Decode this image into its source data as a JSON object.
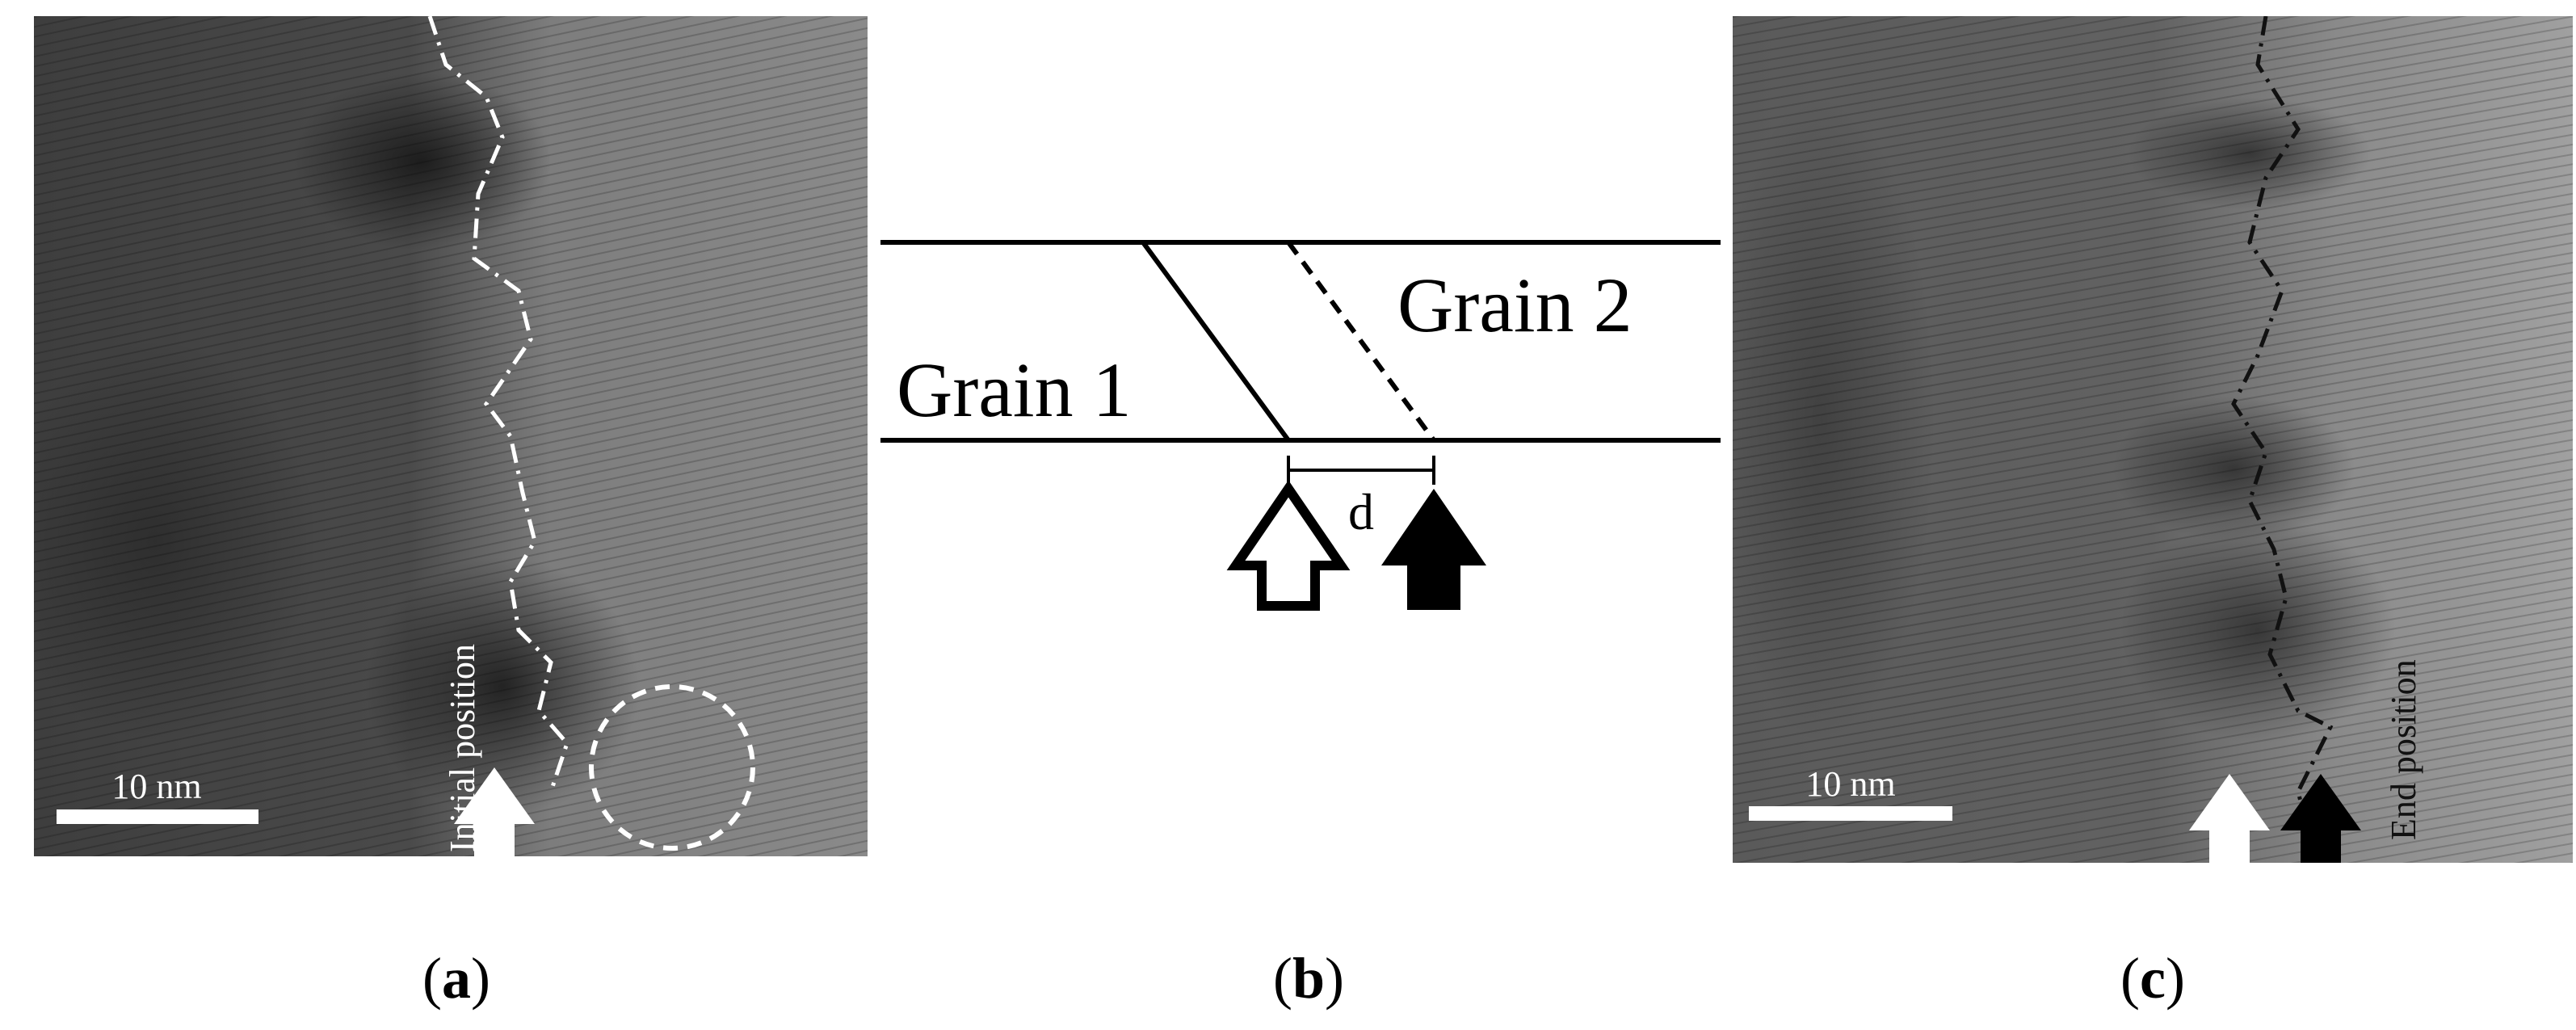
{
  "panels": {
    "a": {
      "scale_bar_label": "10 nm",
      "annotation": "Initial position",
      "caption_letter": "a"
    },
    "b": {
      "grain1_label": "Grain 1",
      "grain2_label": "Grain 2",
      "distance_label": "d",
      "caption_letter": "b"
    },
    "c": {
      "scale_bar_label": "10 nm",
      "annotation": "End position",
      "caption_letter": "c"
    }
  },
  "colors": {
    "micrograph_dark": "#3a3a3a",
    "micrograph_light": "#8c8c8c",
    "boundary_a": "#ffffff",
    "boundary_c": "#111111"
  }
}
